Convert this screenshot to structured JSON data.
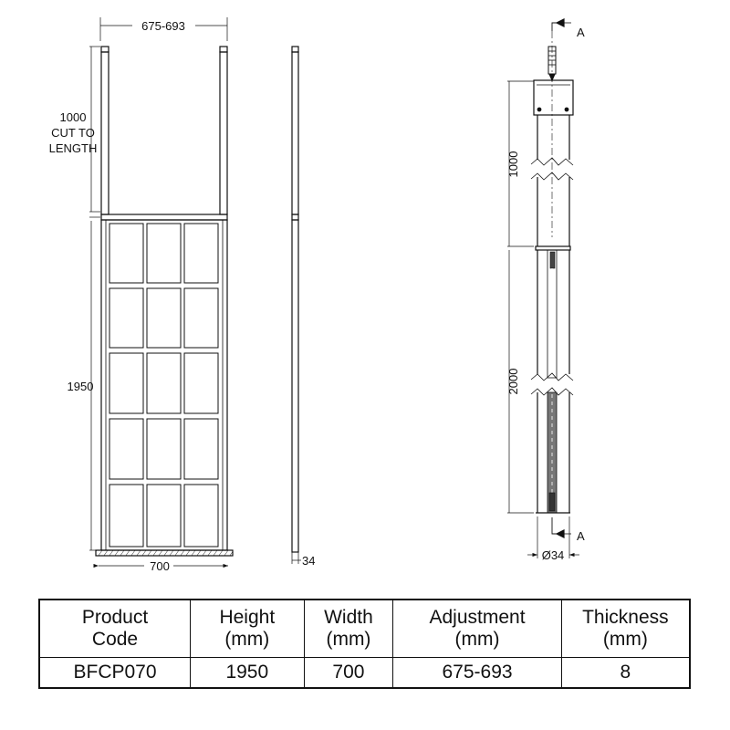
{
  "front_view": {
    "adjustment_dim": "675-693",
    "arm_length_dim": [
      "1000",
      "CUT TO",
      "LENGTH"
    ],
    "panel_height_dim": "1950",
    "panel_width_dim": "700",
    "grid": {
      "columns": 3,
      "rows": 5
    }
  },
  "side_view": {
    "thickness_dim": "34"
  },
  "section_view": {
    "section_label_top": "A",
    "section_label_bottom": "A",
    "upper_dim": "1000",
    "lower_dim": "2000",
    "diameter_dim": "Ø34"
  },
  "spec_table": {
    "headers": [
      [
        "Product",
        "Code"
      ],
      [
        "Height",
        "(mm)"
      ],
      [
        "Width",
        "(mm)"
      ],
      [
        "Adjustment",
        "(mm)"
      ],
      [
        "Thickness",
        "(mm)"
      ]
    ],
    "rows": [
      [
        "BFCP070",
        "1950",
        "700",
        "675-693",
        "8"
      ]
    ]
  },
  "colors": {
    "line": "#111111",
    "background": "#ffffff"
  }
}
